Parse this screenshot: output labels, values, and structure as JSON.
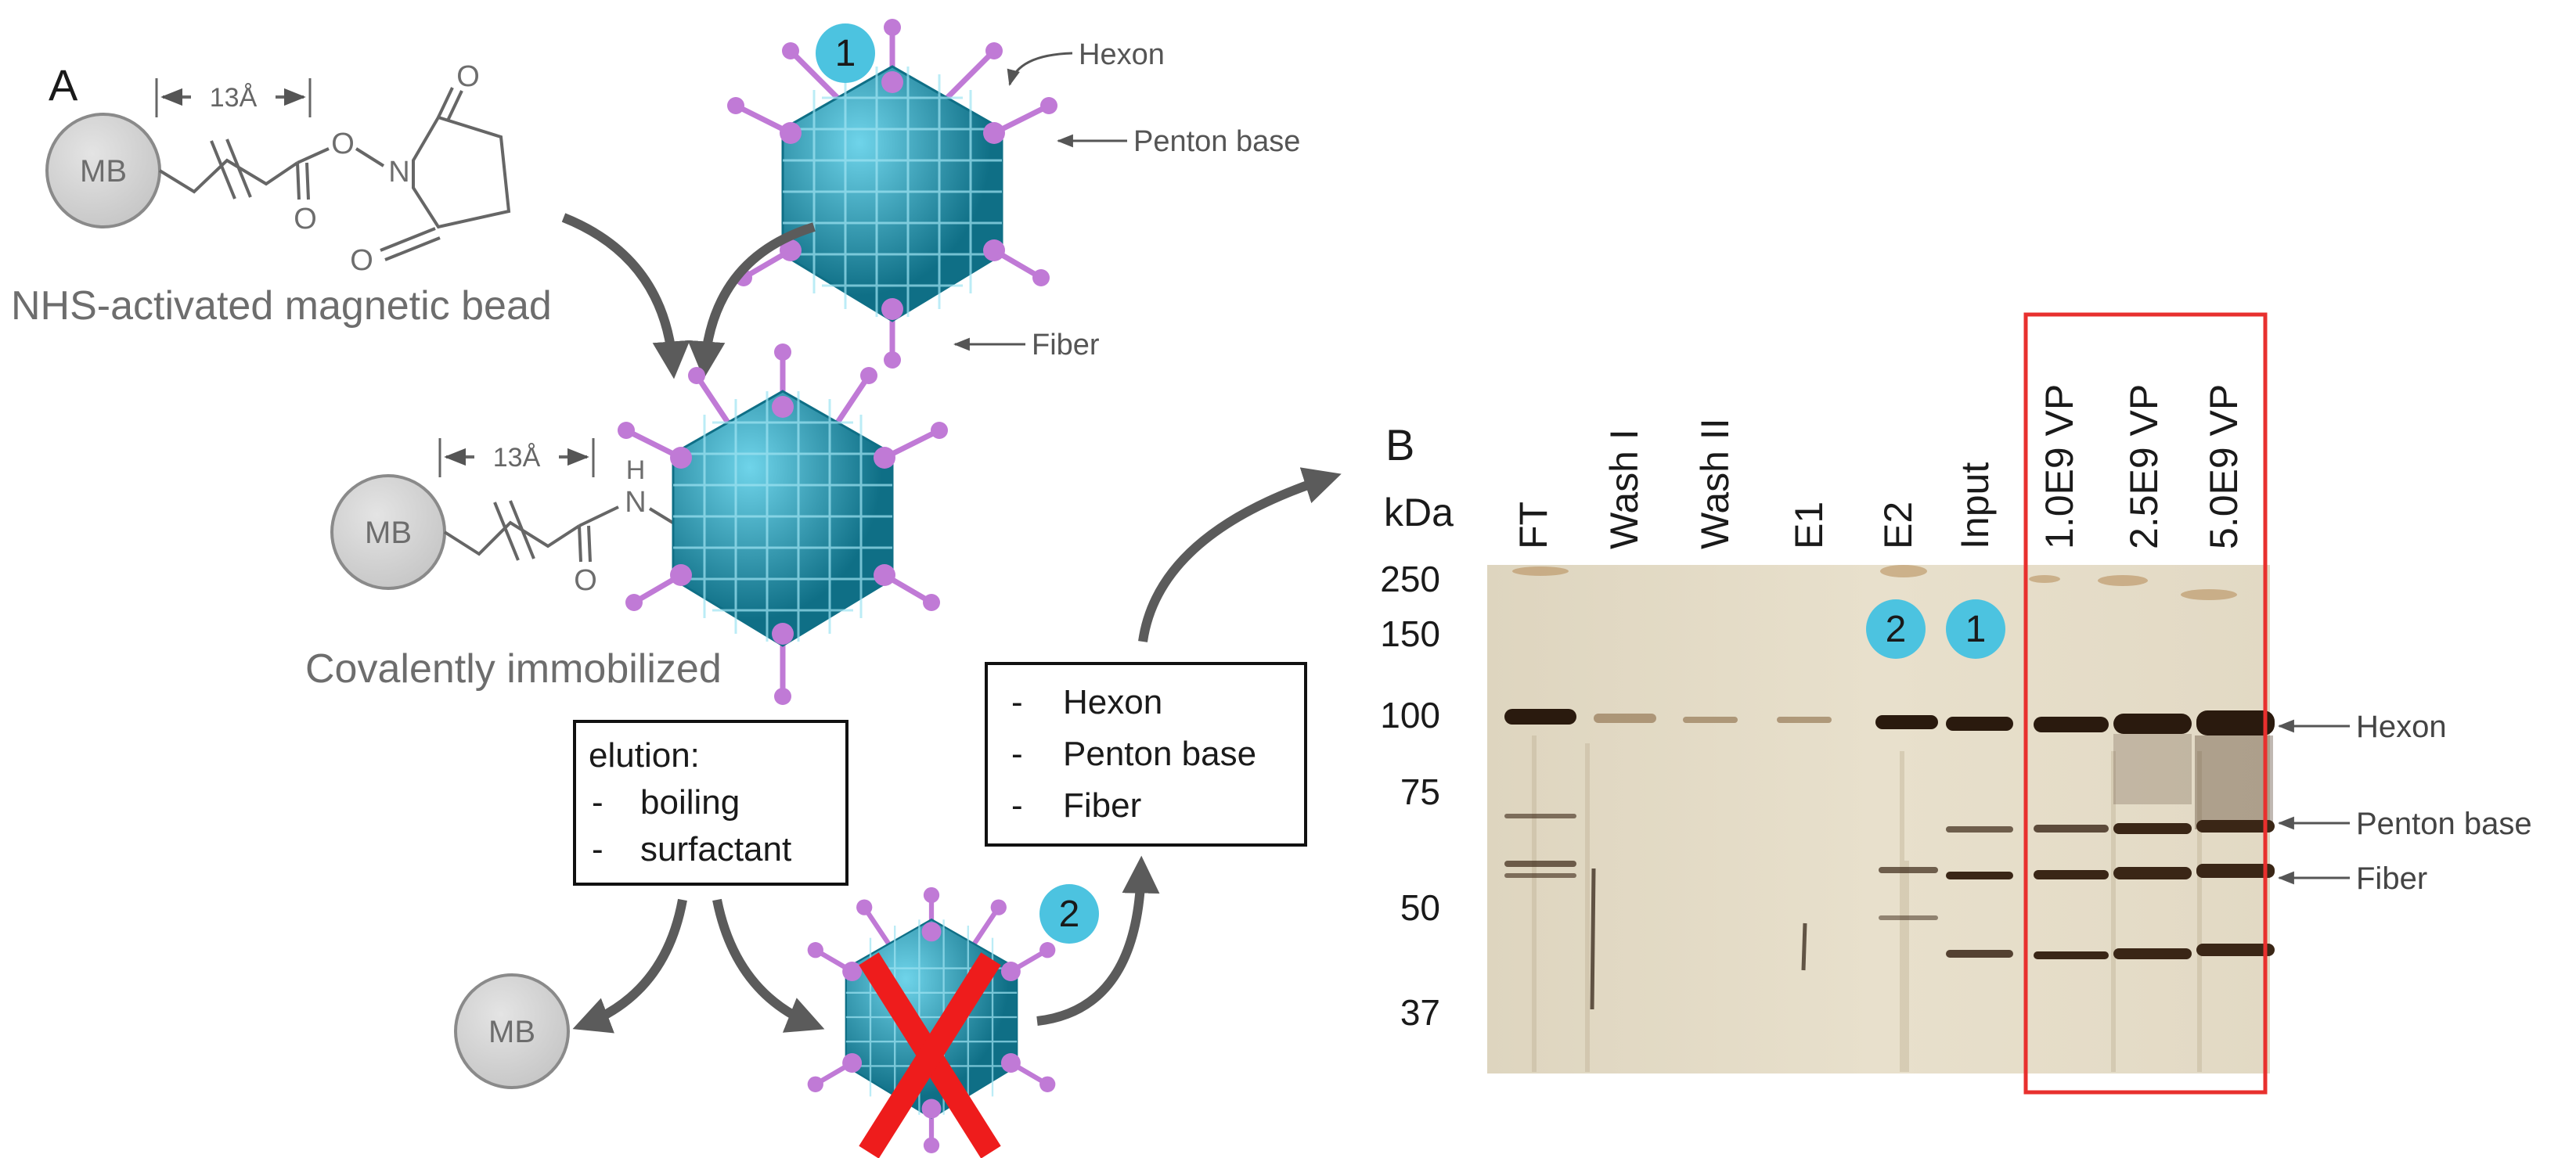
{
  "panel_a": {
    "label": "A",
    "bead_label": "MB",
    "spacer_length": "13Å",
    "carbonyl_o": "O",
    "ring_o_top": "O",
    "ring_o_bottom": "O",
    "ring_n": "N",
    "ester_o": "O",
    "amide_h": "H",
    "amide_n": "N",
    "nhs_caption": "NHS-activated magnetic bead",
    "immobilized_caption": "Covalently immobilized",
    "virus_parts": {
      "hexon": "Hexon",
      "penton": "Penton base",
      "fiber": "Fiber"
    },
    "badge_1": "1",
    "badge_2": "2",
    "elution_box": {
      "title": "elution:",
      "items": [
        "boiling",
        "surfactant"
      ]
    },
    "components_box": {
      "items": [
        "Hexon",
        "Penton base",
        "Fiber"
      ]
    },
    "bullet": "-"
  },
  "panel_b": {
    "label": "B",
    "unit": "kDa",
    "markers": [
      "250",
      "150",
      "100",
      "75",
      "50",
      "37"
    ],
    "lanes": [
      "FT",
      "Wash I",
      "Wash II",
      "E1",
      "E2",
      "Input",
      "1.0E9 VP",
      "2.5E9 VP",
      "5.0E9 VP"
    ],
    "badge_e2": "2",
    "badge_input": "1",
    "band_labels": [
      "Hexon",
      "Penton base",
      "Fiber"
    ]
  },
  "colors": {
    "virus_body": "#2aa9c7",
    "virus_shade": "#0f6f86",
    "spike": "#c07ad6",
    "badge": "#4cc3e0",
    "highlight_box": "#e8302e",
    "red_x": "#ee1c1c",
    "arrow": "#5b5b5b",
    "gel_bg": "#e6ddc8"
  }
}
